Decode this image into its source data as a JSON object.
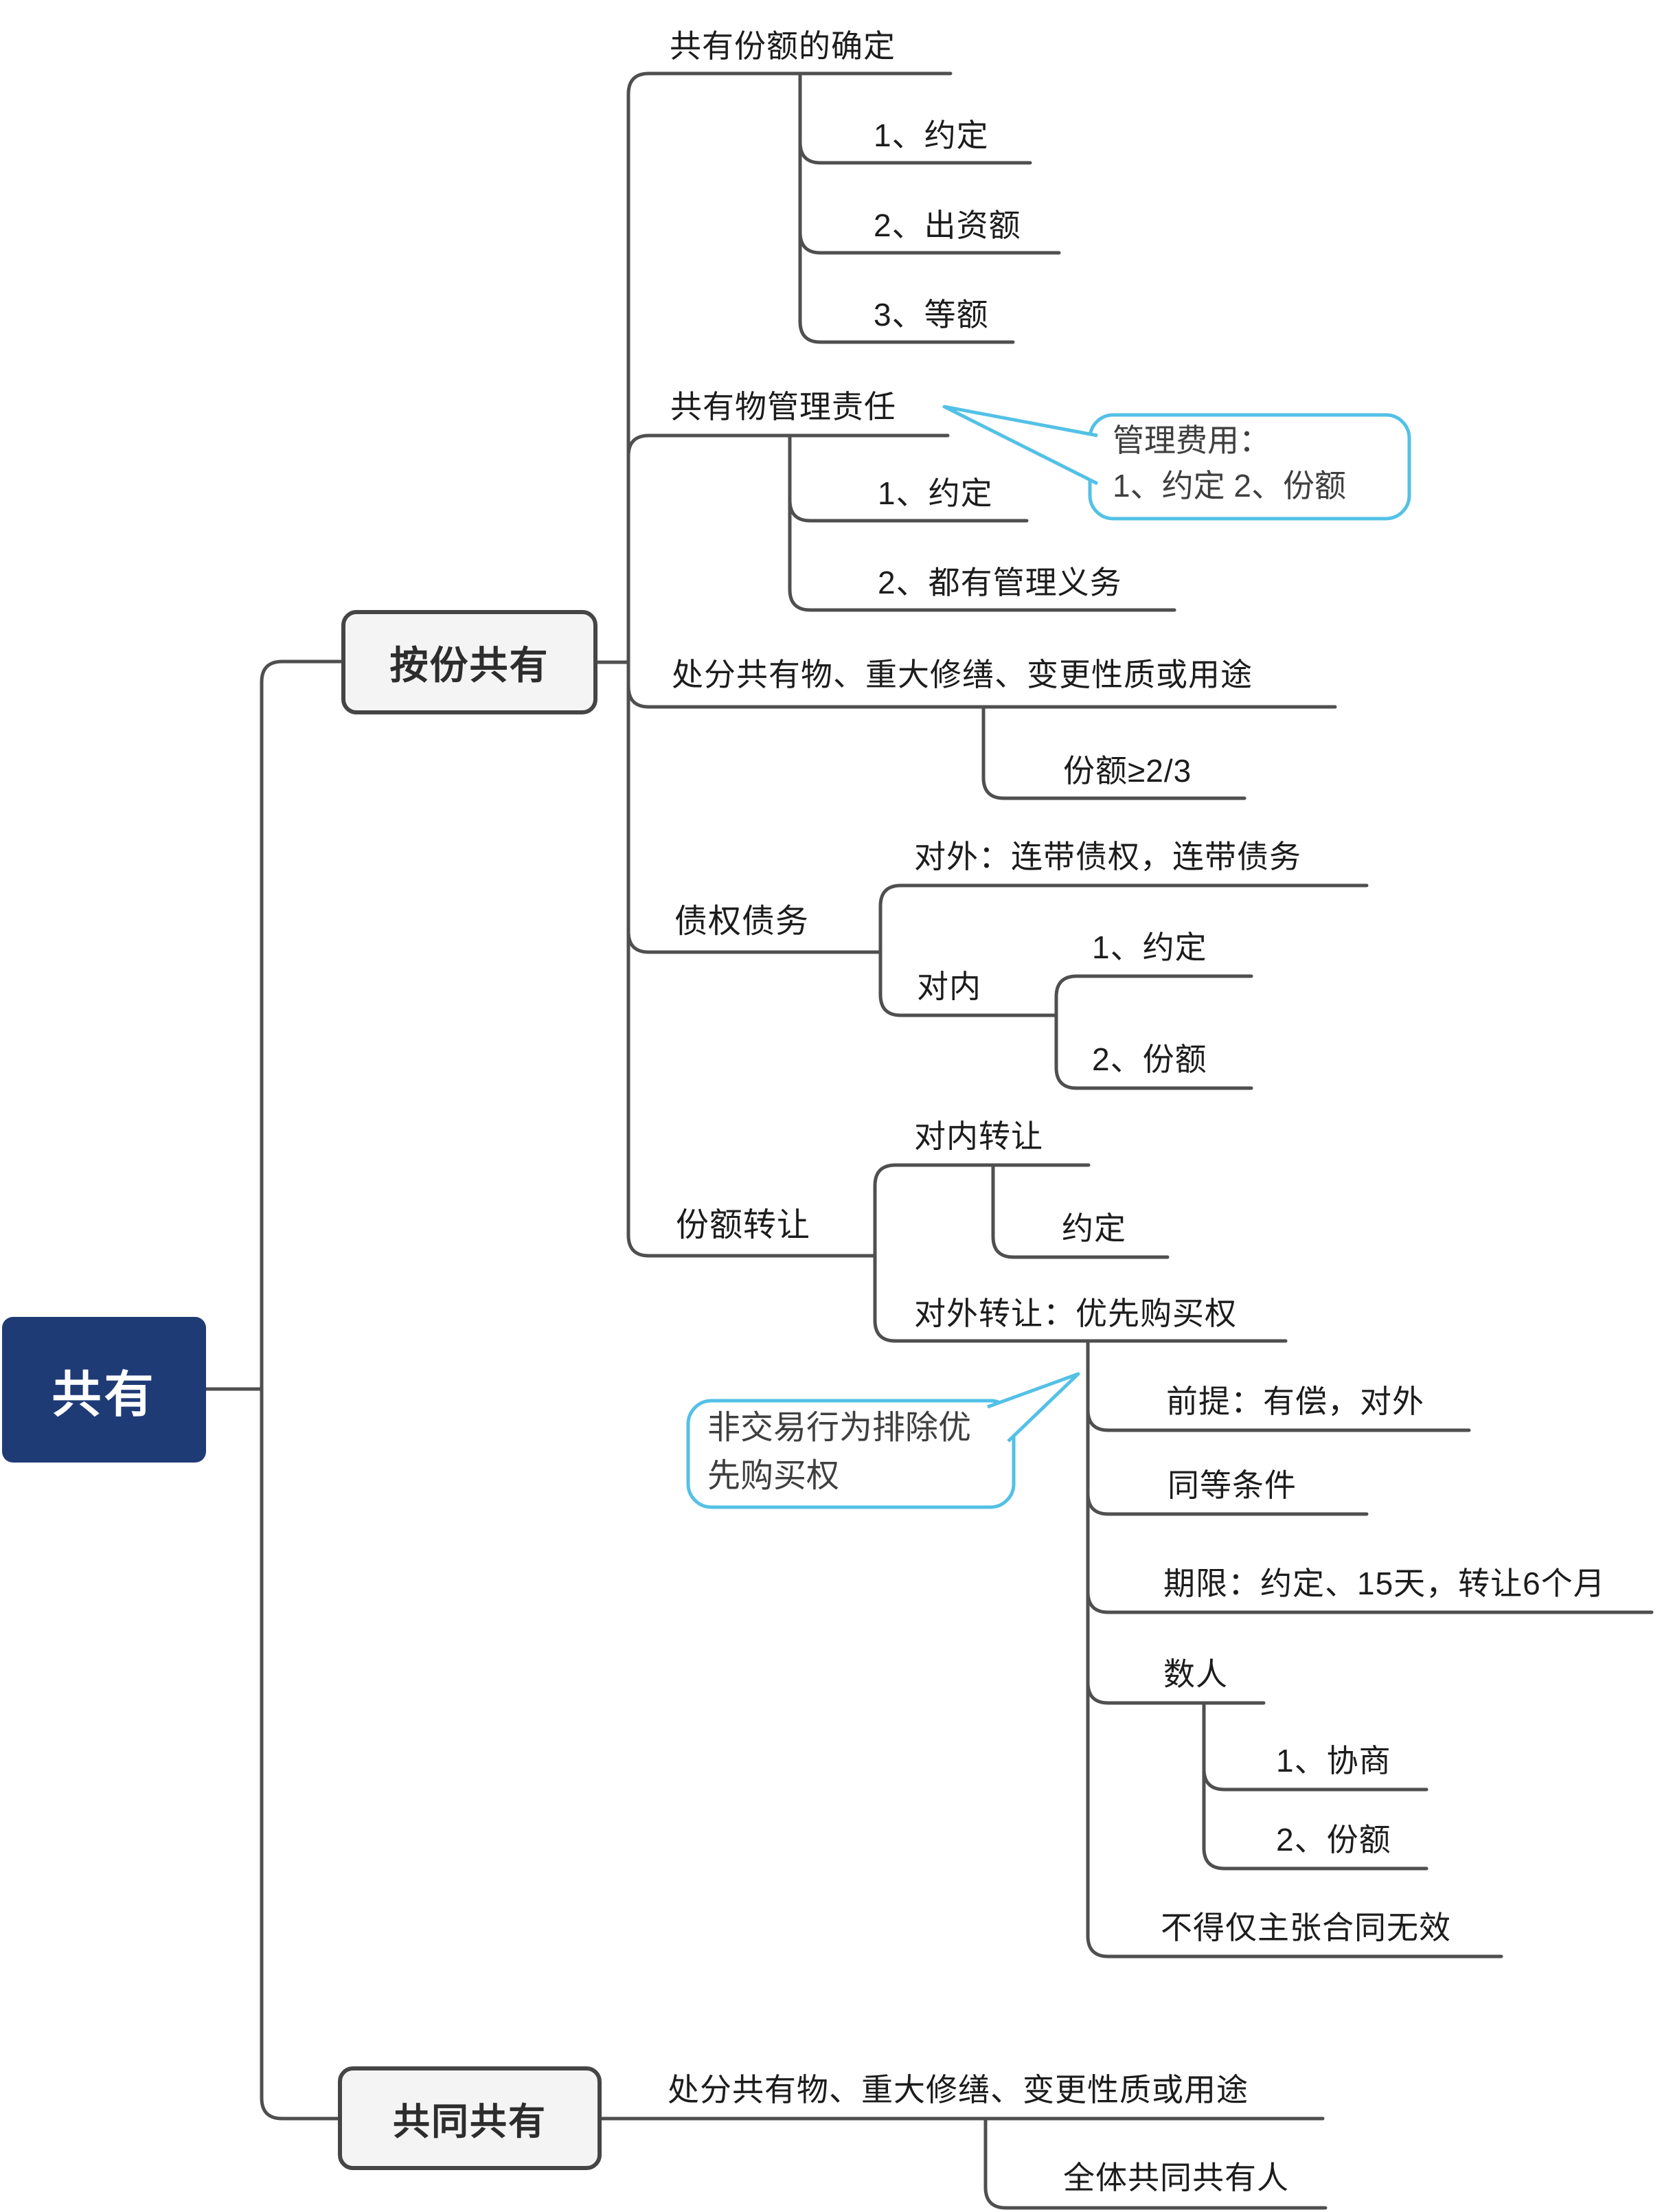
{
  "colors": {
    "root_bg": "#1f3b76",
    "root_text": "#ffffff",
    "box_fill": "#f4f4f4",
    "box_border": "#454545",
    "line": "#4f4f4f",
    "callout_border": "#53c1e6",
    "text": "#1c1c1c",
    "callout_text": "#3f3f3f"
  },
  "root": {
    "label": "共有"
  },
  "branches": {
    "anfen": {
      "label": "按份共有",
      "children": {
        "quota": {
          "label": "共有份额的确定",
          "items": {
            "a": "1、约定",
            "b": "2、出资额",
            "c": "3、等额"
          }
        },
        "mgmt": {
          "label": "共有物管理责任",
          "items": {
            "a": "1、约定",
            "b": "2、都有管理义务"
          },
          "callout": {
            "line1": "管理费用：",
            "line2": "1、约定 2、份额"
          }
        },
        "dispose": {
          "label": "处分共有物、重大修缮、变更性质或用途",
          "items": {
            "a": "份额≥2/3"
          }
        },
        "debt": {
          "label": "债权债务",
          "external": "对外：连带债权，连带债务",
          "internal": {
            "label": "对内",
            "items": {
              "a": "1、约定",
              "b": "2、份额"
            }
          }
        },
        "transfer": {
          "label": "份额转让",
          "internal": {
            "label": "对内转让",
            "item": "约定"
          },
          "external": {
            "label": "对外转让：优先购买权",
            "callout": {
              "line1": "非交易行为排除优",
              "line2": "先购买权"
            },
            "items": {
              "premise": "前提：有偿，对外",
              "same": "同等条件",
              "deadline": "期限：约定、15天，转让6个月",
              "several": "数人",
              "invalid": "不得仅主张合同无效"
            },
            "several_items": {
              "a": "1、协商",
              "b": "2、份额"
            }
          }
        }
      }
    },
    "gongtong": {
      "label": "共同共有",
      "dispose": {
        "label": "处分共有物、重大修缮、变更性质或用途",
        "item": "全体共同共有人"
      }
    }
  }
}
